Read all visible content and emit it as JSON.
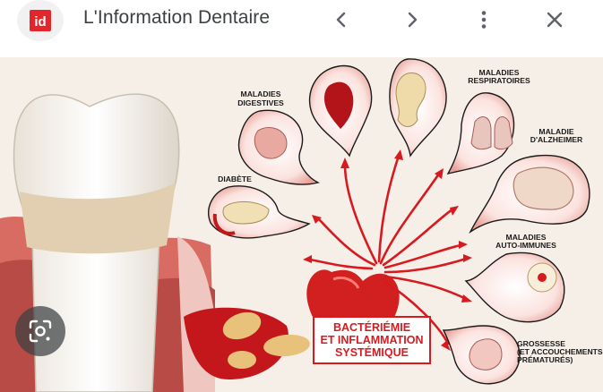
{
  "header": {
    "site_logo_text": "id",
    "site_title": "L'Information Dentaire",
    "icons": [
      "chevron-left-icon",
      "chevron-right-icon",
      "more-vert-icon",
      "close-icon"
    ]
  },
  "image": {
    "labels": {
      "digestive": [
        "MALADIES",
        "DIGESTIVES"
      ],
      "diabetes": [
        "DIABÈTE"
      ],
      "respiratory": [
        "MALADIES",
        "RESPIRATOIRES"
      ],
      "alzheimer": [
        "MALADIE",
        "D'ALZHEIMER"
      ],
      "autoimmune": [
        "MALADIES",
        "AUTO-IMMUNES"
      ],
      "pregnancy": [
        "GROSSESSE",
        "(ET ACCOUCHEMENTS",
        "PRÉMATURÉS)"
      ]
    },
    "center_box": [
      "BACTÉRIÉMIE",
      "ET INFLAMMATION",
      "SYSTÉMIQUE"
    ]
  },
  "colors": {
    "accent": "#d71a1f",
    "background": "#f6efe8",
    "lens_bg": "#3c4043"
  },
  "lens_icon": "google-lens-icon"
}
